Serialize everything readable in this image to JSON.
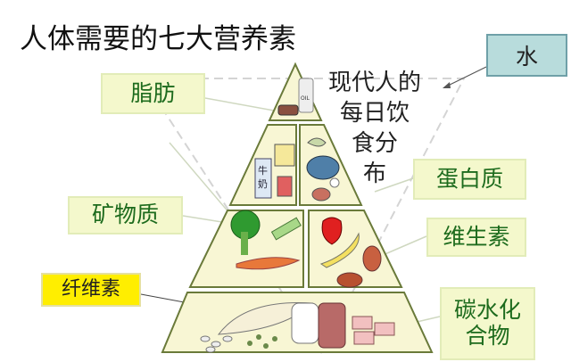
{
  "title": "人体需要的七大营养素",
  "center_text": [
    "现代人的",
    "每日饮",
    "食分",
    "布"
  ],
  "labels": {
    "fat": "脂肪",
    "protein": "蛋白质",
    "minerals": "矿物质",
    "vitamins": "维生素",
    "fiber": "纤维素",
    "carbohydrates": [
      "碳水化",
      "合物"
    ],
    "water": "水"
  },
  "food_text": {
    "milk": [
      "牛",
      "奶"
    ],
    "oil": "OIL"
  },
  "colors": {
    "label_bg": "#f4f8cc",
    "label_text": "#1d6b1d",
    "fiber_bg": "#ffee00",
    "water_bg": "#b8dcdc",
    "pyramid_fill": "#f8f6d4"
  }
}
